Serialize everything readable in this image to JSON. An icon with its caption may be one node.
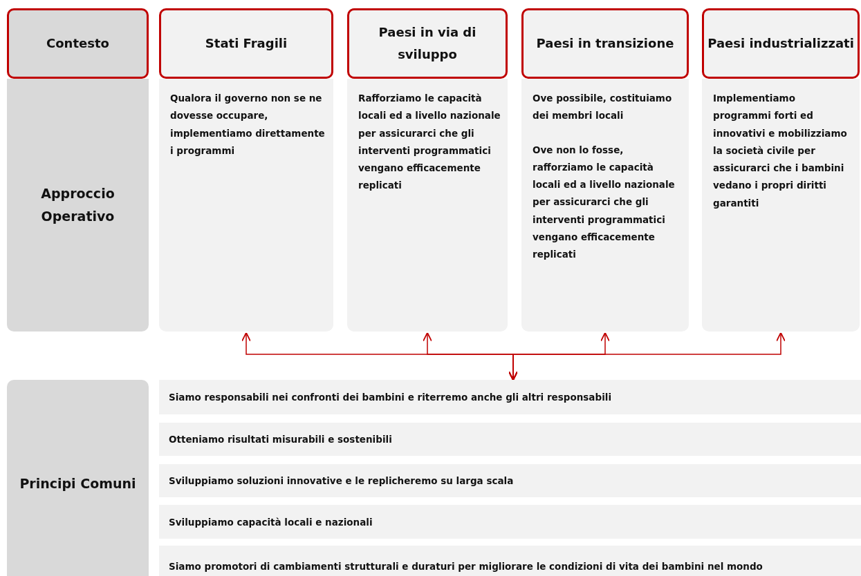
{
  "diagram": {
    "nodes": [
      {
        "text": [
          "Contesto"
        ]
      },
      {
        "text": [
          "Stati Fragili"
        ]
      },
      {
        "text": [
          "Paesi in via di sviluppo"
        ]
      },
      {
        "text": [
          "Paesi in transizione"
        ]
      },
      {
        "text": [
          "Paesi industrializzati"
        ]
      },
      {
        "text": [
          "Approccio Operativo"
        ]
      },
      {
        "text": [
          "Qualora il governo non se ne dovesse occupare, implementiamo direttamente i programmi"
        ]
      },
      {
        "text": [
          "Rafforziamo le capacità locali ed a livello nazionale per assicurarci che gli interventi programmatici vengano efficacemente replicati"
        ]
      },
      {
        "text": [
          "Ove possibile, costituiamo dei membri locali",
          "Ove non lo fosse, rafforziamo le capacità locali ed a livello nazionale per assicurarci che gli interventi programmatici vengano efficacemente replicati"
        ]
      },
      {
        "text": [
          "Implementiamo programmi forti ed innovativi e mobilizziamo la società civile per assicurarci che i bambini vedano i propri diritti garantiti"
        ]
      },
      {
        "text": [
          "Principi Comuni"
        ]
      },
      {
        "text": [
          "Siamo responsabili nei confronti dei bambini e riterremo anche gli altri responsabili"
        ]
      },
      {
        "text": [
          "Otteniamo risultati misurabili e sostenibili"
        ]
      },
      {
        "text": [
          "Sviluppiamo soluzioni innovative e le replicheremo su larga scala"
        ]
      },
      {
        "text": [
          "Sviluppiamo capacità locali e nazionali"
        ]
      },
      {
        "text": [
          "Siamo promotori di cambiamenti strutturali e duraturi per migliorare le condizioni di vita dei bambini nel mondo"
        ]
      }
    ],
    "edges": [
      {
        "from": 11,
        "to": 6,
        "arrow": "both"
      },
      {
        "from": 11,
        "to": 7,
        "arrow": "both"
      },
      {
        "from": 11,
        "to": 8,
        "arrow": "both"
      },
      {
        "from": 11,
        "to": 9,
        "arrow": "both"
      }
    ]
  }
}
